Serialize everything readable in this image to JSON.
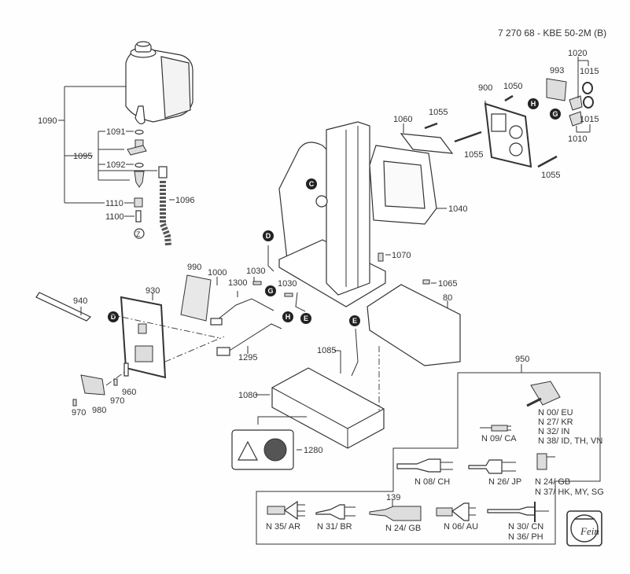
{
  "title": "7 270 68 - KBE 50-2M (B)",
  "labels": {
    "p1090": "1090",
    "p1091": "1091",
    "p1095": "1095",
    "p1092": "1092",
    "p1110": "1110",
    "p1100": "1100",
    "p1096": "1096",
    "zref": "Z",
    "p993": "993",
    "p1020": "1020",
    "p1015a": "1015",
    "p1015b": "1015",
    "p1010": "1010",
    "p900": "900",
    "p1050": "1050",
    "p1055a": "1055",
    "p1055b": "1055",
    "p1055c": "1055",
    "p1060": "1060",
    "p1040": "1040",
    "p1070": "1070",
    "p1065": "1065",
    "p80": "80",
    "p990": "990",
    "p1000": "1000",
    "p1030a": "1030",
    "p1030b": "1030",
    "p1300": "1300",
    "p930": "930",
    "p940": "940",
    "p1295": "1295",
    "p1085": "1085",
    "p1080": "1080",
    "p1280": "1280",
    "p960": "960",
    "p970a": "970",
    "p970b": "970",
    "p980": "980",
    "p950": "950",
    "p139": "139"
  },
  "refs": {
    "C": "C",
    "D": "D",
    "E": "E",
    "G": "G",
    "H": "H"
  },
  "plugs": {
    "eu": [
      "N 00/ EU",
      "N 27/ KR",
      "N 32/ IN",
      "N 38/ ID, TH, VN"
    ],
    "ca": "N 09/ CA",
    "ch": "N 08/ CH",
    "jp": "N 26/ JP",
    "gb": [
      "N 24/ GB",
      "N 37/ HK, MY, SG"
    ],
    "ar": "N 35/ AR",
    "br": "N 31/ BR",
    "gb2": "N 24/ GB",
    "au": "N 06/ AU",
    "cn": [
      "N 30/ CN",
      "N 36/ PH"
    ]
  },
  "logo": "Fein"
}
